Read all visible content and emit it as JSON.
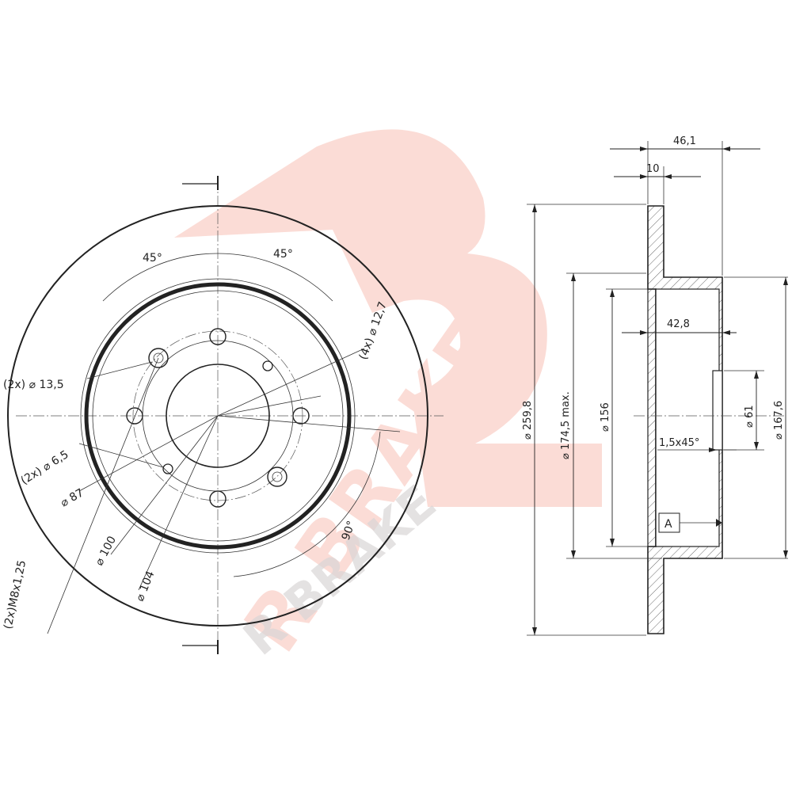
{
  "watermark": {
    "brand_text": "R BRAKE",
    "color_light": "#fbdcd6",
    "color_dark": "#d9d6d6"
  },
  "front_view": {
    "angle_left": "45°",
    "angle_right": "45°",
    "angle_bottom": "90°",
    "hole_4x": "(4x) ⌀ 12,7",
    "hole_2x_13": "(2x) ⌀ 13,5",
    "hole_2x_6": "(2x) ⌀ 6,5",
    "dia_87": "⌀ 87",
    "dia_100": "⌀ 100",
    "dia_104": "⌀ 104",
    "thread": "(2x)M8x1,25"
  },
  "side_view": {
    "dim_total_width": "46,1",
    "dim_thickness": "10",
    "dim_hat_depth": "42,8",
    "dia_outer": "⌀ 259,8",
    "dia_friction_inner": "⌀ 174,5 max.",
    "dia_hat": "⌀ 156",
    "dia_center": "⌀ 61",
    "dia_hat_outer": "⌀ 167,6",
    "chamfer": "1,5x45°",
    "datum_label": "A"
  }
}
